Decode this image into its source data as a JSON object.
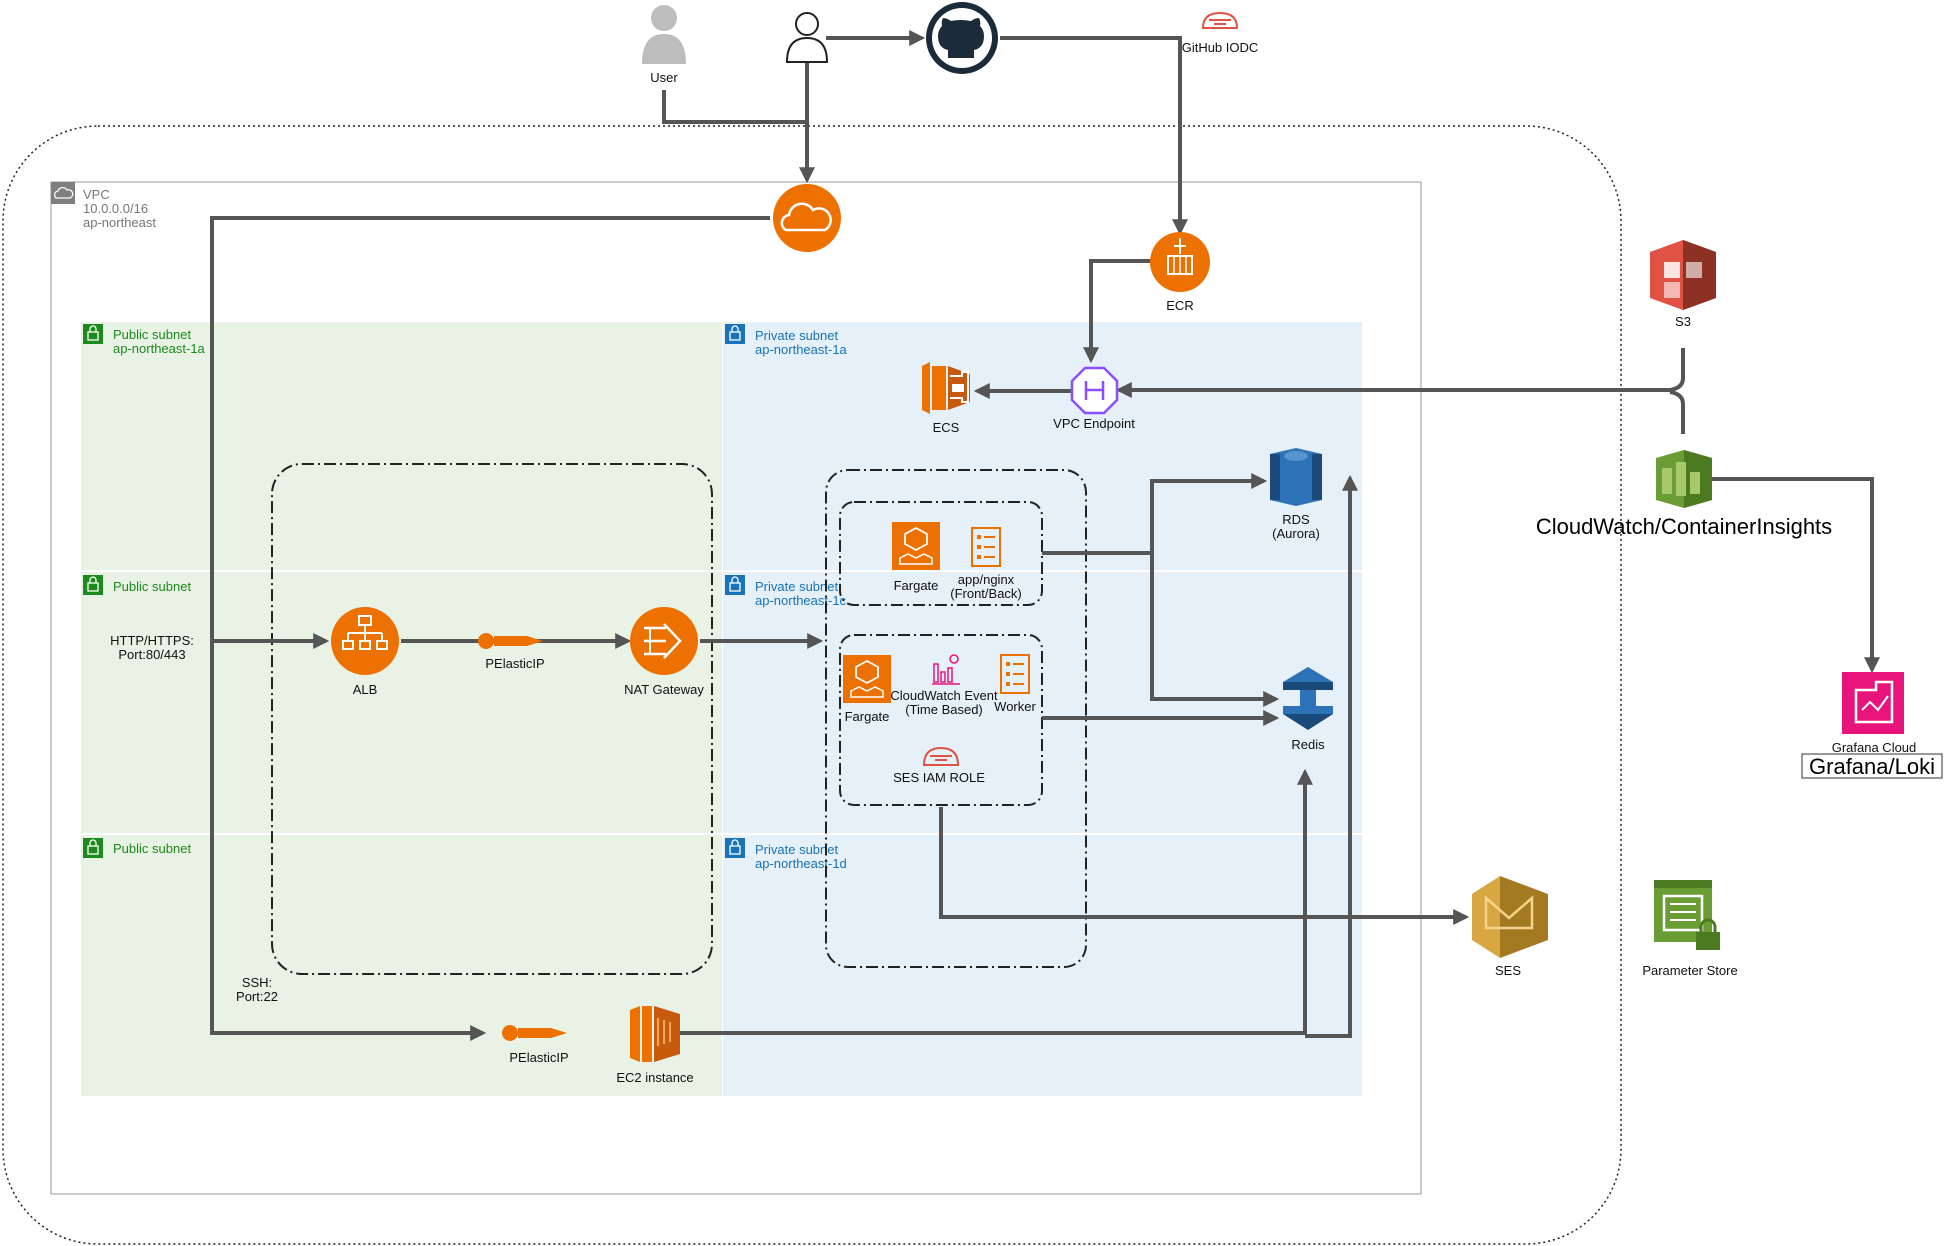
{
  "vpc": {
    "name": "VPC",
    "cidr": "10.0.0.0/16",
    "region": "ap-northeast"
  },
  "subnets": {
    "public_1a": {
      "name": "Public subnet",
      "az": "ap-northeast-1a"
    },
    "public_1c": {
      "name": "Public subnet"
    },
    "public_1d": {
      "name": "Public subnet"
    },
    "private_1a": {
      "name": "Private subnet",
      "az": "ap-northeast-1a"
    },
    "private_1c": {
      "name": "Private subnet",
      "az": "ap-northeast-1c"
    },
    "private_1d": {
      "name": "Private subnet",
      "az": "ap-northeast-1d"
    }
  },
  "nodes": {
    "user": "User",
    "github_iodc": "GitHub IODC",
    "ecr": "ECR",
    "ecs": "ECS",
    "vpc_endpoint": "VPC  Endpoint",
    "s3": "S3",
    "cloudwatch": "CloudWatch/ContainerInsights",
    "grafana_cloud": "Grafana Cloud",
    "grafana_loki": "Grafana/Loki",
    "rds": "RDS",
    "rds_sub": "(Aurora)",
    "redis": "Redis",
    "fargate_front": "Fargate",
    "app_nginx": "app/nginx",
    "app_nginx_sub": "(Front/Back)",
    "fargate_worker": "Fargate",
    "cloudwatch_event": "CloudWatch Event",
    "cloudwatch_event_sub": "(Time Based)",
    "worker": "Worker",
    "ses_iam_role": "SES IAM ROLE",
    "alb": "ALB",
    "pelasticip_top": "PElasticIP",
    "nat_gateway": "NAT Gateway",
    "pelasticip_bottom": "PElasticIP",
    "ec2": "EC2 instance",
    "ses": "SES",
    "parameter_store": "Parameter Store"
  },
  "edge_labels": {
    "http_line1": "HTTP/HTTPS:",
    "http_line2": "Port:80/443",
    "ssh_line1": "SSH:",
    "ssh_line2": "Port:22"
  },
  "colors": {
    "aws_orange": "#ED7100",
    "aws_orange_dark": "#C85A0E",
    "public_fill": "#E9F3E5",
    "private_fill": "#E6F0F8",
    "public_text": "#1C8A1C",
    "private_text": "#1873B8",
    "s3_red": "#E05243",
    "rds_blue": "#2E73B8",
    "cw_green": "#6B9D35",
    "ses_gold": "#D9A741",
    "grafana_pink": "#E7157B",
    "vpc_endpoint_purple": "#8C4FFF",
    "github_dark": "#1B2B3A",
    "connector_gray": "#555555"
  }
}
